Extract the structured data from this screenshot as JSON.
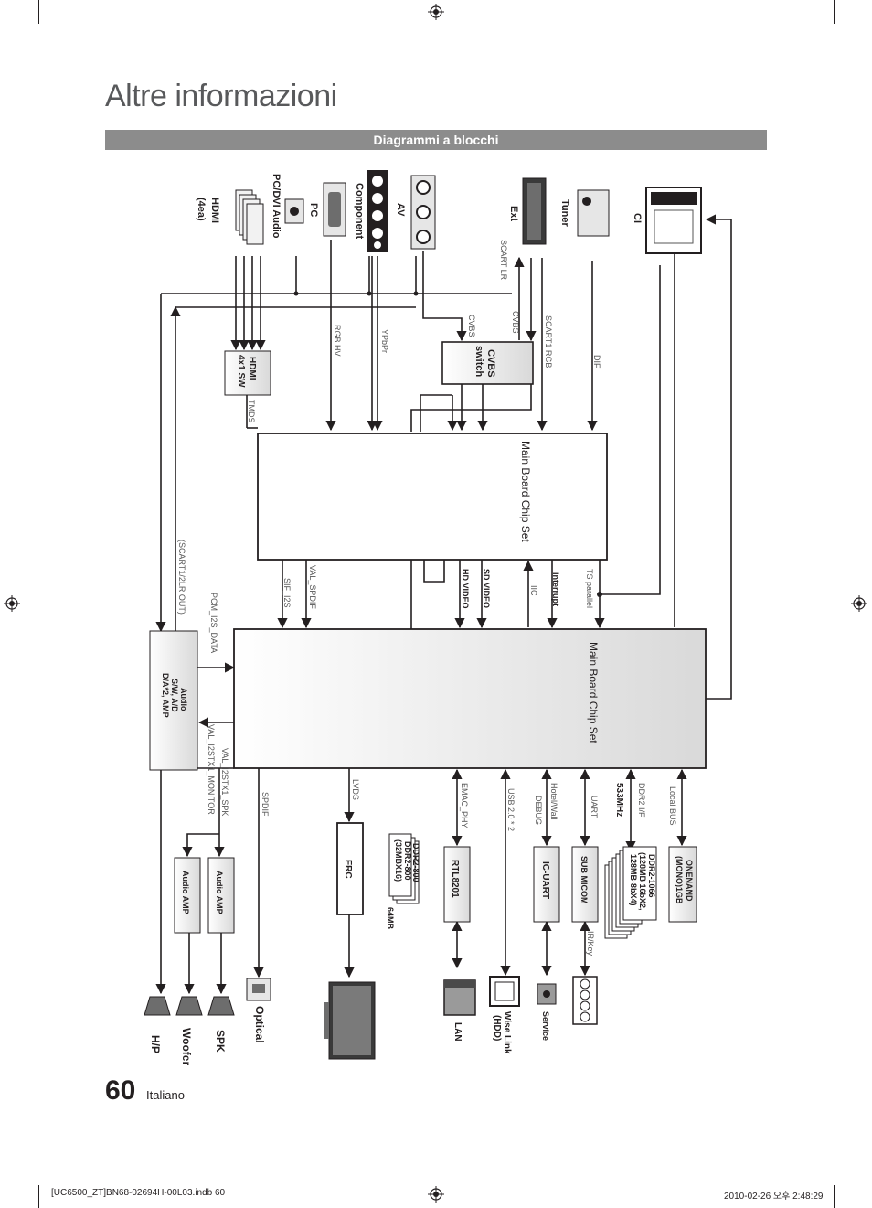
{
  "page": {
    "title": "Altre informazioni",
    "section": "Diagrammi a blocchi",
    "page_number": "60",
    "language": "Italiano",
    "footer_file": "[UC6500_ZT]BN68-02694H-00L03.indb   60",
    "footer_date": "2010-02-26   오후 2:48:29"
  },
  "diagram": {
    "inputs": {
      "ci": "CI",
      "tuner": "Tuner",
      "ext": "Ext",
      "av": "AV",
      "component": "Component",
      "pc": "PC",
      "pc_audio": "PC/DVI Audio",
      "hdmi_1": "HDMI",
      "hdmi_2": "(4ea)"
    },
    "blocks": {
      "hdmi_sw_1": "HDMI",
      "hdmi_sw_2": "4x1 SW",
      "cvbs_switch_1": "CVBS",
      "cvbs_switch_2": "switch",
      "main_chip_top": "Main Board Chip Set",
      "main_chip_bottom": "Main Board Chip Set",
      "audio_1": "Audio",
      "audio_2": "S/W, A/D",
      "audio_3": "D/A*2, AMP",
      "audio_amp_1": "Audio AMP",
      "audio_amp_2": "Audio AMP",
      "frc": "FRC",
      "ddr800_a": "DDR2-800",
      "ddr800_b": "DDR2-800",
      "ddr800_c": "(32MBX16)",
      "mem_64": "64MB",
      "rtl": "RTL8201",
      "icuart": "IC-UART",
      "submicom": "SUB MICOM",
      "ddr1066_a": "DDR2-1066",
      "ddr1066_b": "(128MB 16bX2,",
      "ddr1066_c": "128MB-8bX4)",
      "onenand_a": "ONENAND",
      "onenand_b": "(MONO)1GB"
    },
    "signals": {
      "scart_lr": "SCART LR",
      "cvbs_a": "CVBS",
      "cvbs_b": "CVBS",
      "scart1_rgb": "SCART1 RGB",
      "dif": "DIF",
      "rgb_hv": "RGB HV",
      "ypbpr": "YPbPr",
      "tmds": "TMDS",
      "scart_out": "(SCART1/2LR OUT)",
      "sif_i2s": "SIF_I2S",
      "val_spdif": "VAL_SPDIF",
      "pcm_i2s": "PCM_I2S_DATA",
      "hd_video": "HD VIDEO",
      "sd_video": "SD VIDEO",
      "iic": "IIC",
      "interrupt": "Interrupt",
      "ts_parallel": "TS parallel",
      "val_i2stx1_mon": "VAL_I2STX1_MONITOR",
      "val_i2stx1_spk": "VAL_I2STX1_SPK",
      "spdif": "SPDIF",
      "lvds": "LVDS",
      "emac_phy": "EMAC_PHY",
      "usb": "USB 2.0 * 2",
      "hotel": "Hotel/Wall",
      "debug": "DEBUG",
      "uart": "UART",
      "ddr2_if": "DDR2 I/F",
      "mhz": "533MHz",
      "local_bus": "Local BUS",
      "ir_key": "IR/Key"
    },
    "outputs": {
      "spk": "SPK",
      "woofer": "Woofer",
      "hp": "H/P",
      "optical": "Optical",
      "lan": "LAN",
      "wiselink_1": "Wise Link",
      "wiselink_2": "(HDD)",
      "service": "Service"
    }
  }
}
